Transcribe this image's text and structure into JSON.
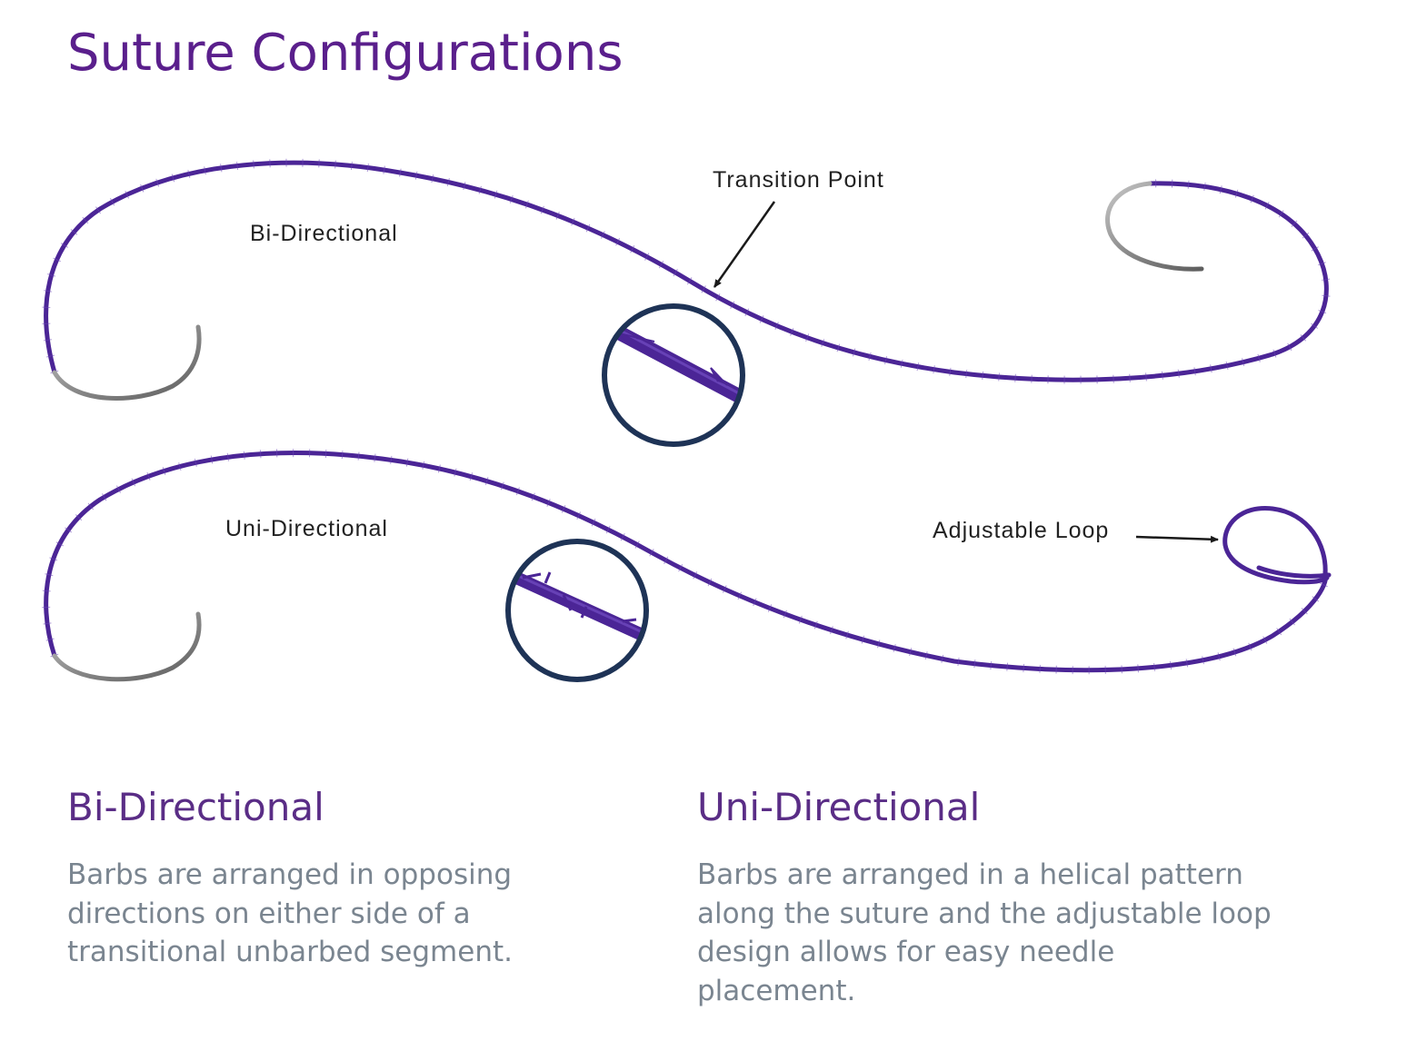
{
  "page": {
    "title": "Suture Configurations"
  },
  "colors": {
    "title_purple": "#5a1f8c",
    "heading_purple": "#5a2d86",
    "body_gray": "#7a8590",
    "suture_purple": "#4b2596",
    "needle_silver": "#9a9a9a",
    "magnifier_ring": "#1e3356",
    "callout_text": "#222222"
  },
  "diagram": {
    "bi_directional": {
      "label": "Bi-Directional",
      "transition_callout": "Transition Point",
      "needles": [
        "left-needle",
        "right-needle"
      ],
      "magnifier": "barb-closeup"
    },
    "uni_directional": {
      "label": "Uni-Directional",
      "loop_callout": "Adjustable Loop",
      "needles": [
        "left-needle"
      ],
      "magnifier": "barb-closeup"
    }
  },
  "sections": [
    {
      "heading": "Bi-Directional",
      "body": "Barbs are arranged in opposing directions on either side of a transitional unbarbed segment."
    },
    {
      "heading": "Uni-Directional",
      "body": "Barbs are arranged in a helical pattern along the suture and the adjustable loop design allows for easy needle placement."
    }
  ]
}
